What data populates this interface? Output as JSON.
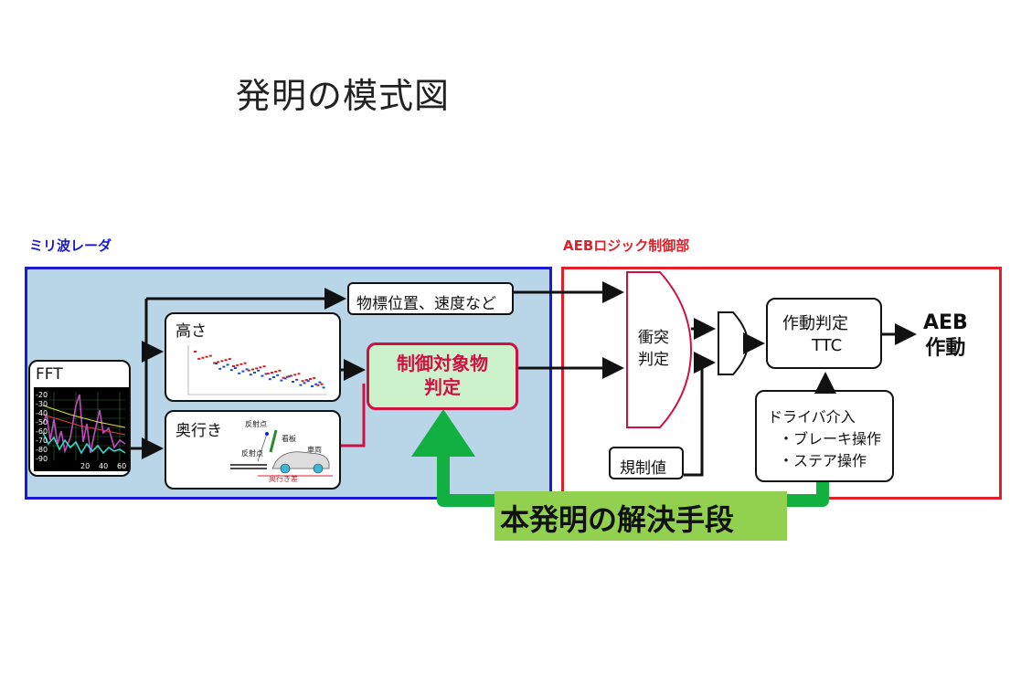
{
  "title": "発明の模式図",
  "radar": {
    "label": "ミリ波レーダ",
    "fft": {
      "label": "FFT",
      "y_ticks": [
        "-20",
        "-30",
        "-40",
        "-50",
        "-60",
        "-70",
        "-80",
        "-90"
      ],
      "x_ticks": [
        "20",
        "40",
        "60"
      ]
    },
    "height": {
      "label": "高さ"
    },
    "depth": {
      "label": "奥行き",
      "reflect_top": "反射点",
      "sign": "看板",
      "reflect_bottom": "反射点",
      "vehicle": "車両",
      "depth_diff": "奥行き差"
    },
    "target_info": "物標位置、速度など",
    "control_target": {
      "line1": "制御対象物",
      "line2": "判定"
    }
  },
  "aeb": {
    "label": "AEBロジック制御部",
    "collision": {
      "line1": "衝突",
      "line2": "判定"
    },
    "regulation": "規制値",
    "operation": {
      "line1": "作動判定",
      "line2": "TTC"
    },
    "driver": {
      "line1": "ドライバ介入",
      "line2": "・ブレーキ操作",
      "line3": "・ステア操作"
    },
    "output": {
      "line1": "AEB",
      "line2": "作動"
    }
  },
  "solution": "本発明の解決手段",
  "colors": {
    "radar_border": "#1a1ad0",
    "radar_fill": "#b9d6e9",
    "aeb_border": "#e0202a",
    "green": "#12b040",
    "green_label_bg": "#92d050",
    "highlight_fill": "#ccf2cc",
    "highlight_border": "#d01040"
  }
}
